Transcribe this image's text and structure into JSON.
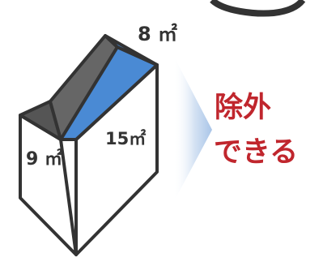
{
  "labels": {
    "roof_area": "8 ㎡",
    "front_area": "9 ㎡",
    "side_area": "15㎡"
  },
  "verdict": {
    "line1": "除外",
    "line2": "できる"
  },
  "colors": {
    "roof_blue": "#4a8ad4",
    "roof_dark": "#555555",
    "outline": "#333333",
    "verdict_red": "#c0262d"
  }
}
